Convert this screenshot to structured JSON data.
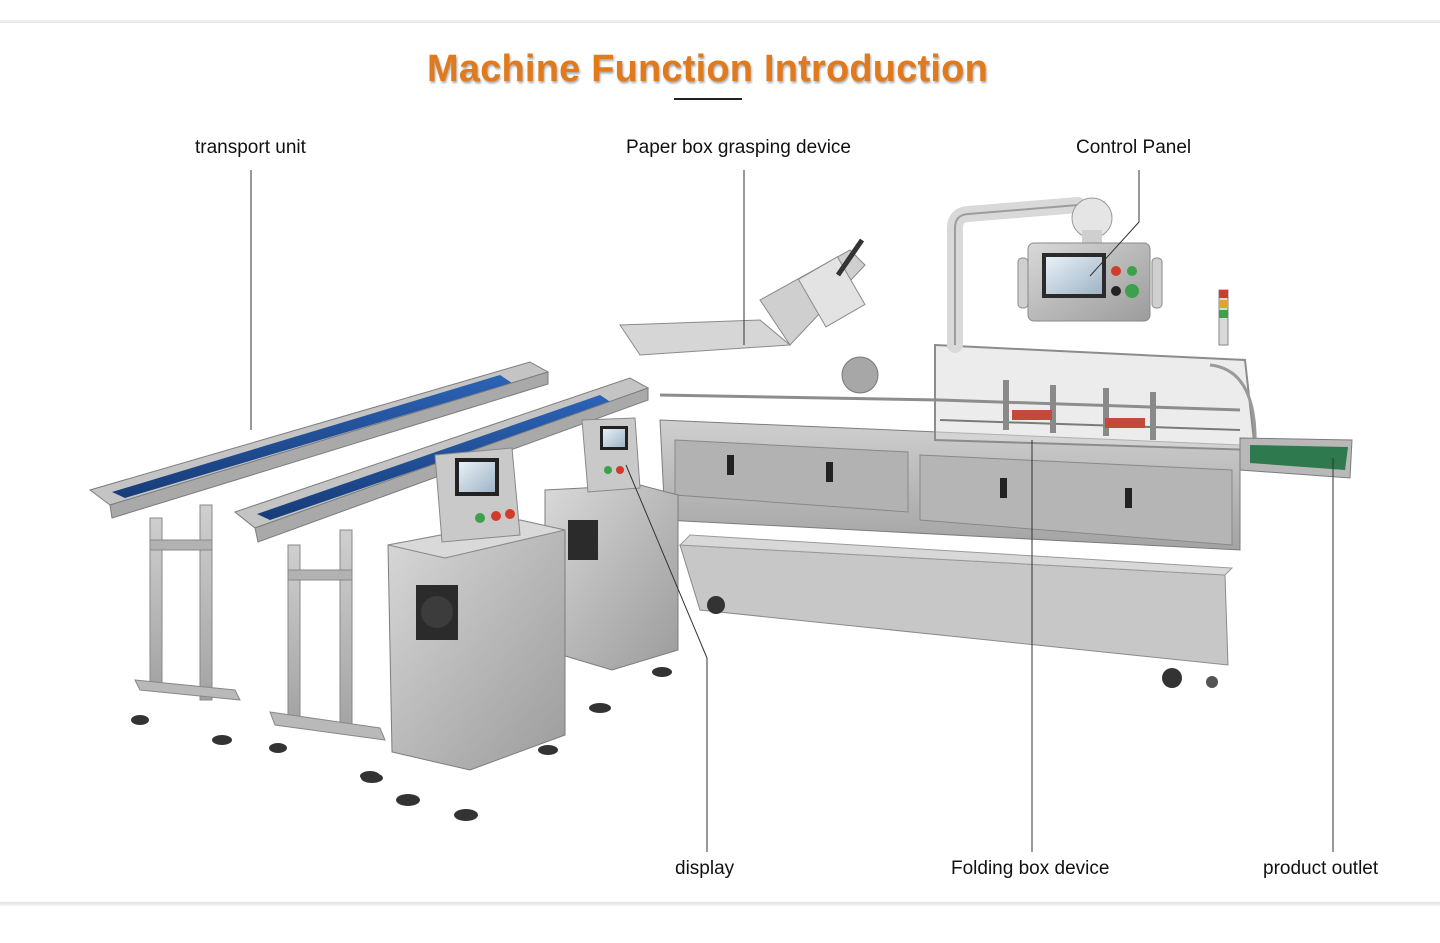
{
  "header": {
    "title": "Machine Function Introduction"
  },
  "callouts": {
    "transport_unit": "transport unit",
    "paper_box_grasping_device": "Paper box grasping device",
    "control_panel": "Control Panel",
    "display": "display",
    "folding_box_device": "Folding box device",
    "product_outlet": "product outlet"
  },
  "colors": {
    "title": "#e07a1d",
    "belt": "#1f4f9a",
    "steel": "#bdbdbd",
    "outlet_belt": "#2e7a4e"
  }
}
